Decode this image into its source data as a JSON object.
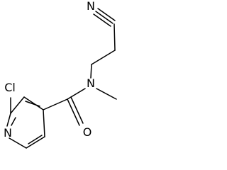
{
  "molecule": {
    "atoms": {
      "chlorine": "Cl",
      "ring_nitrogen": "N",
      "amide_nitrogen": "N",
      "nitrile_nitrogen": "N",
      "carbonyl_oxygen": "O"
    },
    "colors": {
      "bond": "#000000",
      "label": "#000000",
      "background": "#ffffff"
    }
  }
}
